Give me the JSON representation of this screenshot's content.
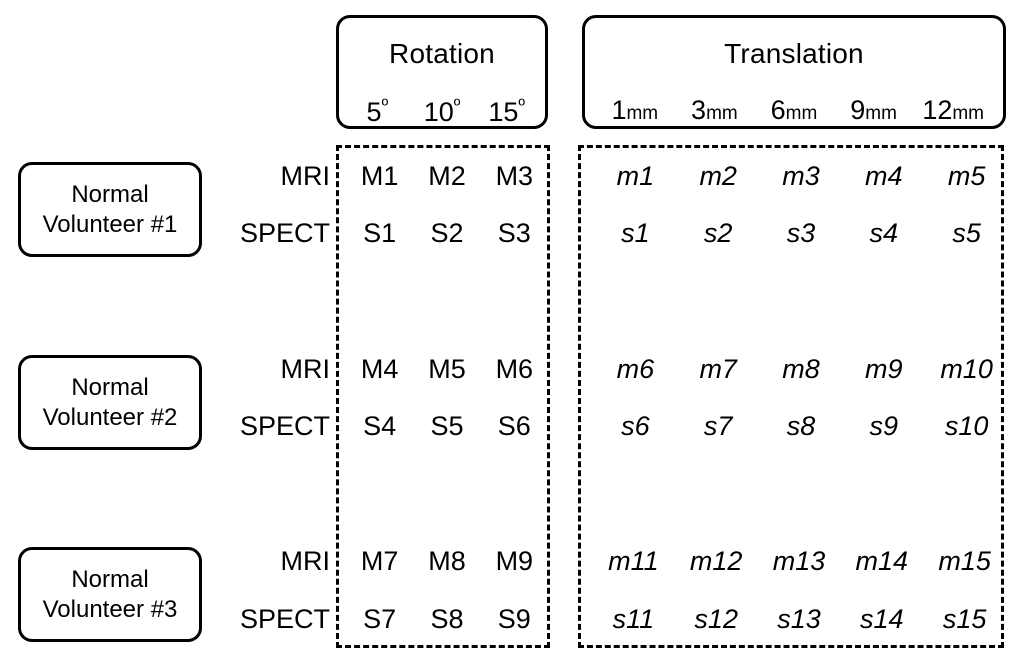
{
  "figure": {
    "headers": [
      {
        "key": "rotation",
        "title": "Rotation",
        "ticks": [
          {
            "value": "5",
            "unit": "º"
          },
          {
            "value": "10",
            "unit": "º"
          },
          {
            "value": "15",
            "unit": "º"
          }
        ]
      },
      {
        "key": "translation",
        "title": "Translation",
        "ticks": [
          {
            "value": "1",
            "unit": "mm"
          },
          {
            "value": "3",
            "unit": "mm"
          },
          {
            "value": "6",
            "unit": "mm"
          },
          {
            "value": "9",
            "unit": "mm"
          },
          {
            "value": "12",
            "unit": "mm"
          }
        ]
      }
    ],
    "subjects": [
      {
        "key": "volunteer-1",
        "line1": "Normal",
        "line2": "Volunteer #1",
        "rows": [
          {
            "modality": "MRI",
            "rotation": [
              "M1",
              "M2",
              "M3"
            ],
            "translation": [
              "m1",
              "m2",
              "m3",
              "m4",
              "m5"
            ]
          },
          {
            "modality": "SPECT",
            "rotation": [
              "S1",
              "S2",
              "S3"
            ],
            "translation": [
              "s1",
              "s2",
              "s3",
              "s4",
              "s5"
            ]
          }
        ]
      },
      {
        "key": "volunteer-2",
        "line1": "Normal",
        "line2": "Volunteer #2",
        "rows": [
          {
            "modality": "MRI",
            "rotation": [
              "M4",
              "M5",
              "M6"
            ],
            "translation": [
              "m6",
              "m7",
              "m8",
              "m9",
              "m10"
            ]
          },
          {
            "modality": "SPECT",
            "rotation": [
              "S4",
              "S5",
              "S6"
            ],
            "translation": [
              "s6",
              "s7",
              "s8",
              "s9",
              "s10"
            ]
          }
        ]
      },
      {
        "key": "volunteer-3",
        "line1": "Normal",
        "line2": "Volunteer #3",
        "rows": [
          {
            "modality": "MRI",
            "rotation": [
              "M7",
              "M8",
              "M9"
            ],
            "translation": [
              "m11",
              "m12",
              "m13",
              "m14",
              "m15"
            ]
          },
          {
            "modality": "SPECT",
            "rotation": [
              "S7",
              "S8",
              "S9"
            ],
            "translation": [
              "s11",
              "s12",
              "s13",
              "s14",
              "s15"
            ]
          }
        ]
      }
    ],
    "colors": {
      "stroke": "#000000",
      "background": "#ffffff",
      "text": "#000000"
    }
  }
}
